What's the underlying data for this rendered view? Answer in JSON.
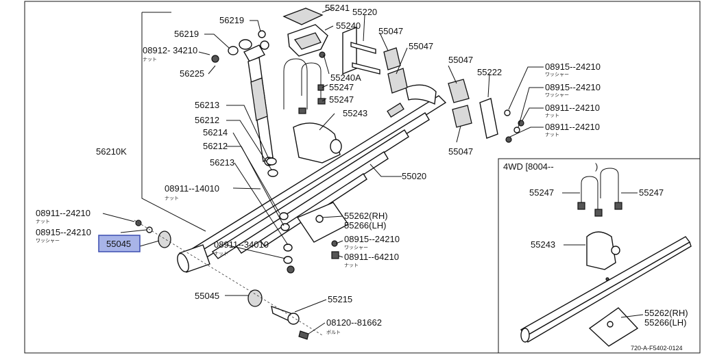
{
  "parts": {
    "p56219_top": "56219",
    "p56219_left": "56219",
    "p08912": "08912- 34210",
    "p08912_sub": "ナット",
    "p56225": "56225",
    "p55241": "55241",
    "p55220": "55220",
    "p55240": "55240",
    "p55240A": "55240A",
    "p55247_a": "55247",
    "p55247_b": "55247",
    "p55047_a": "55047",
    "p55047_b": "55047",
    "p55047_c": "55047",
    "p55047_d": "55047",
    "p55222": "55222",
    "p08915_a": "08915--24210",
    "p08915_a_sub": "ワッシャー",
    "p08915_b": "08915--24210",
    "p08915_b_sub": "ワッシャー",
    "p08911_a": "08911--24210",
    "p08911_a_sub": "ナット",
    "p08911_b": "08911--24210",
    "p08911_b_sub": "ナット",
    "p56213_a": "56213",
    "p56212_a": "56212",
    "p56214": "56214",
    "p56212_b": "56212",
    "p56213_b": "56213",
    "p55243": "55243",
    "p56210K": "56210K",
    "p55020": "55020",
    "p08911_14010": "08911--14010",
    "p08911_14010_sub": "ナット",
    "p08911_24210_l": "08911--24210",
    "p08911_24210_l_sub": "ナット",
    "p08915_24210_l": "08915--24210",
    "p08915_24210_l_sub": "ワッシャー",
    "p55045_hl": "55045",
    "p55045_b": "55045",
    "p08911_34010": "08911--34010",
    "p08911_34010_sub": "ナット",
    "p55262": "55262(RH)",
    "p55266": "55266(LH)",
    "p08915_24210_m": "08915--24210",
    "p08915_24210_m_sub": "ワッシャー",
    "p08911_64210": "08911--64210",
    "p08911_64210_sub": "ナット",
    "p55215": "55215",
    "p08120": "08120--81662",
    "p08120_sub": "ボルト"
  },
  "inset": {
    "title": "4WD [8004--",
    "title_end": ")",
    "p55247_l": "55247",
    "p55247_r": "55247",
    "p55243": "55243",
    "p55262": "55262(RH)",
    "p55266": "55266(LH)"
  },
  "footer_code": "720-A-F5402-0124",
  "colors": {
    "highlight": "#a8b4e8",
    "highlight_border": "#3a4db0"
  }
}
